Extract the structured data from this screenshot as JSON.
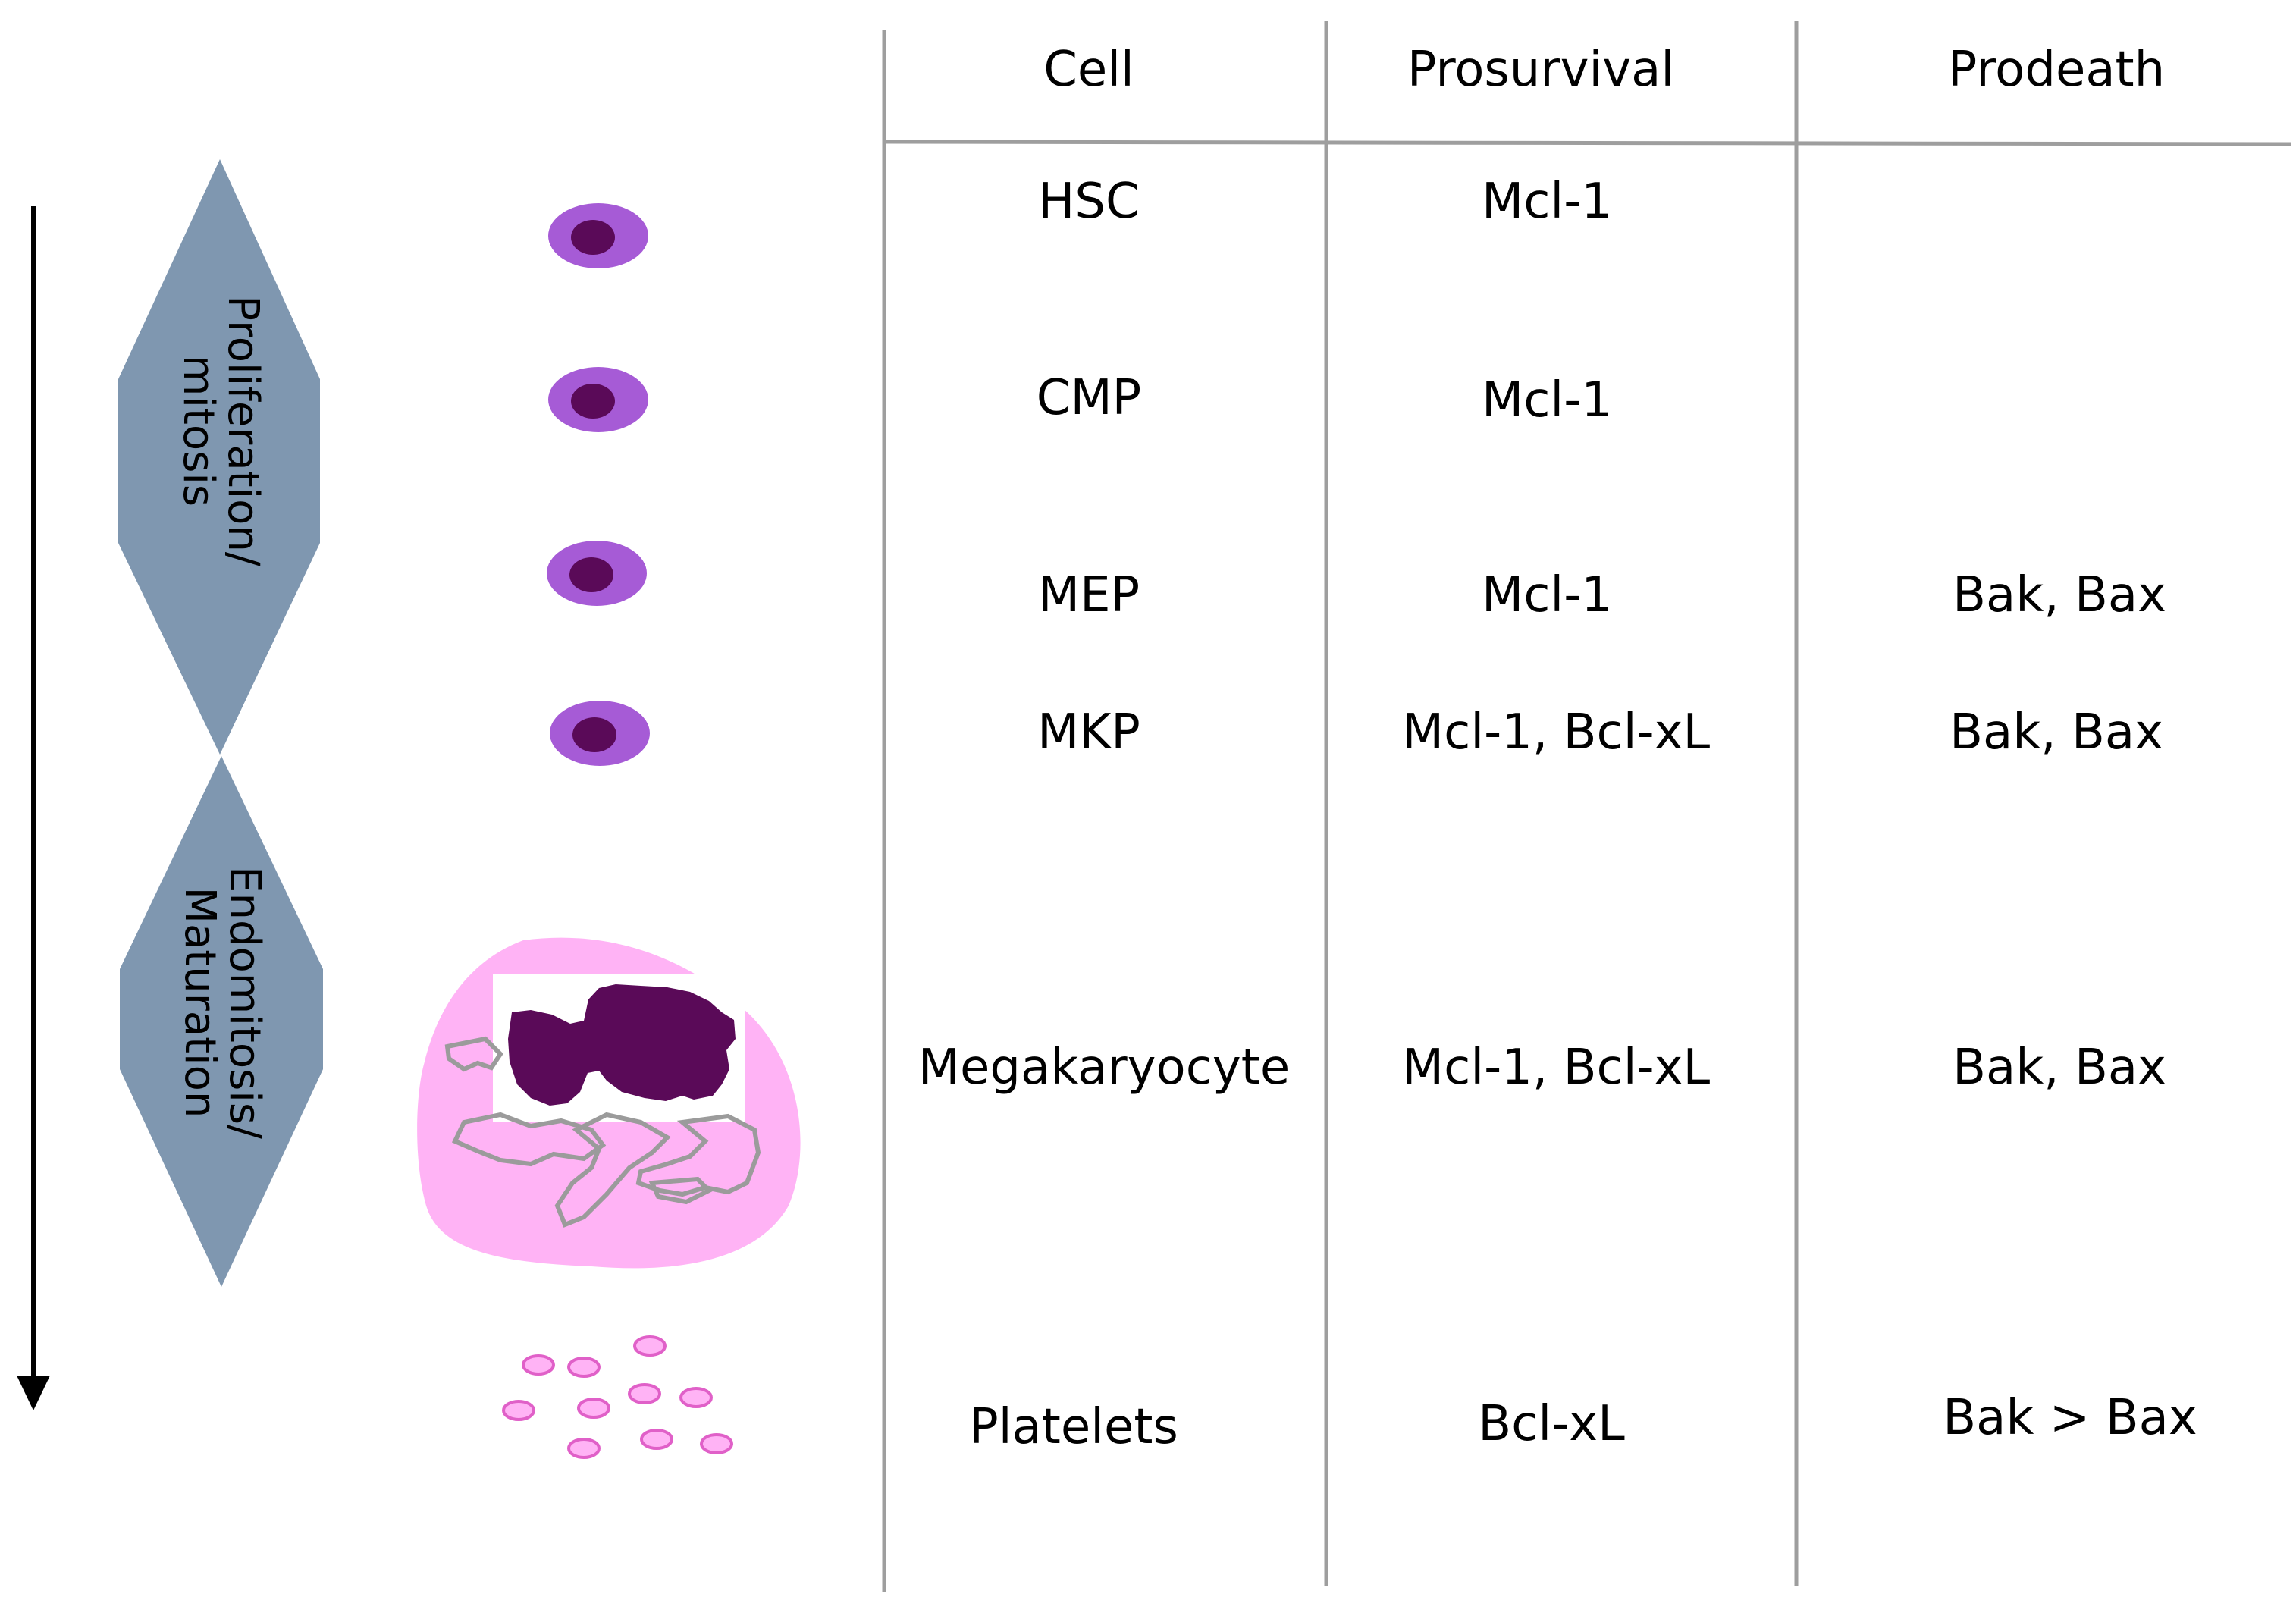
{
  "table": {
    "headers": [
      "Cell",
      "Prosurvival",
      "Prodeath"
    ],
    "rows": [
      {
        "cell": "HSC",
        "prosurvival": "Mcl-1",
        "prodeath": ""
      },
      {
        "cell": "CMP",
        "prosurvival": "Mcl-1",
        "prodeath": ""
      },
      {
        "cell": "MEP",
        "prosurvival": "Mcl-1",
        "prodeath": "Bak, Bax"
      },
      {
        "cell": "MKP",
        "prosurvival": "Mcl-1, Bcl-xL",
        "prodeath": "Bak, Bax"
      },
      {
        "cell": "Megakaryocyte",
        "prosurvival": "Mcl-1, Bcl-xL",
        "prodeath": "Bak, Bax"
      },
      {
        "cell": "Platelets",
        "prosurvival": "Bcl-xL",
        "prodeath": "Bak > Bax"
      }
    ]
  },
  "stages": {
    "proliferation": {
      "line1": "Proliferation/",
      "line2": "mitosis"
    },
    "endomitosis": {
      "line1": "Endomitosis/",
      "line2": "Maturation"
    }
  },
  "colors": {
    "diamond": "#7f97b0",
    "cell_body": "#a65bd6",
    "nucleus": "#5a0a58",
    "megakaryocyte_cytoplasm": "#ffb3f5",
    "megakaryocyte_nucleus": "#5a0a58",
    "platelet_fill": "#ffb3f5",
    "platelet_stroke": "#e060c8",
    "grid_line": "#9e9e9e"
  }
}
